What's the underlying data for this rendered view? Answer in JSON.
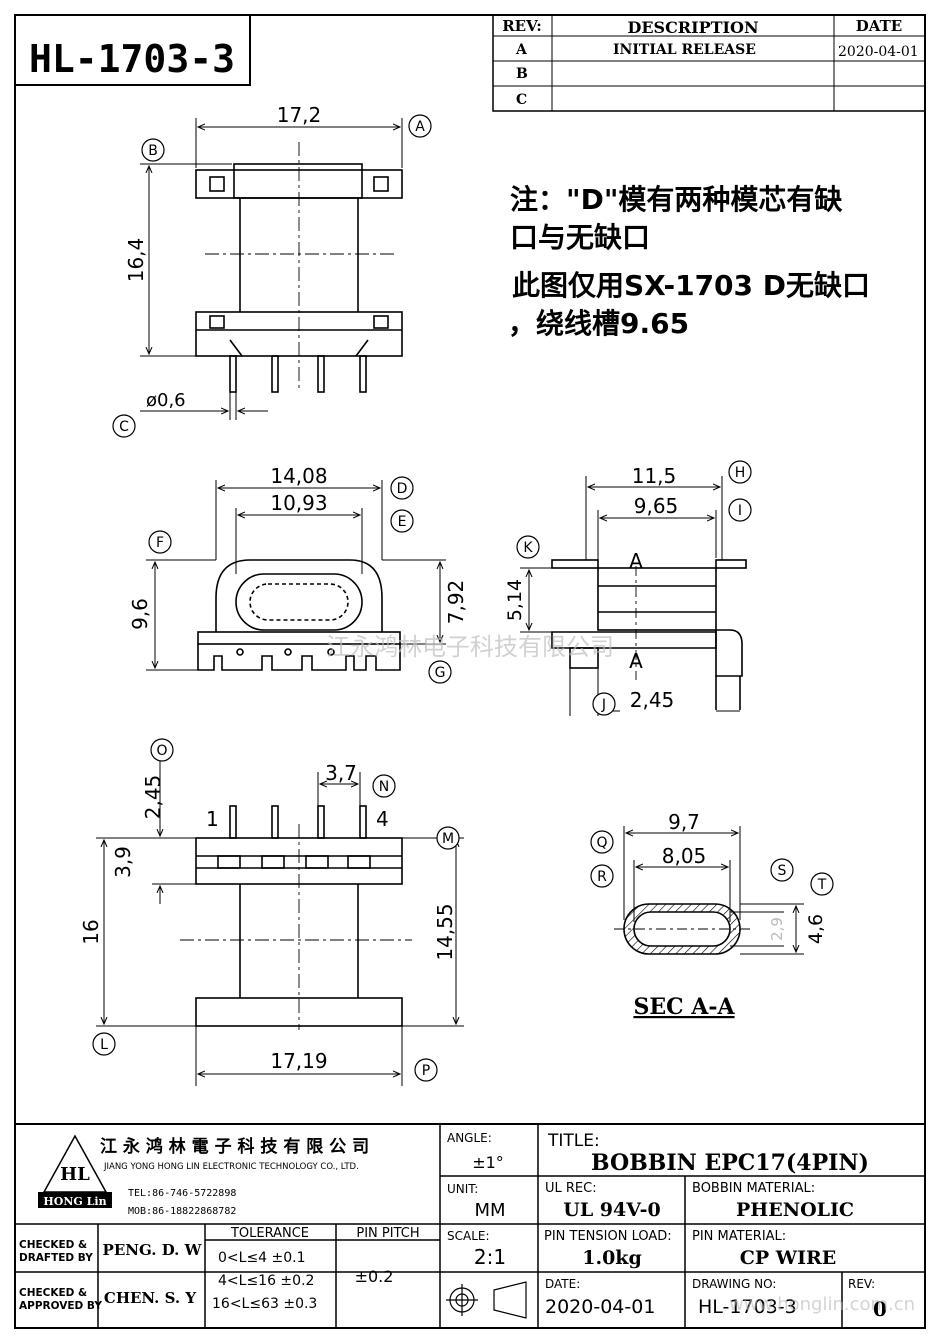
{
  "part_no": "HL-1703-3",
  "revision_table": {
    "headers": {
      "rev": "REV:",
      "description": "DESCRIPTION",
      "date": "DATE"
    },
    "rows": [
      {
        "rev": "A",
        "description": "INITIAL RELEASE",
        "date": "2020-04-01"
      },
      {
        "rev": "B",
        "description": "",
        "date": ""
      },
      {
        "rev": "C",
        "description": "",
        "date": ""
      }
    ]
  },
  "notes": {
    "line1": "注：\"D\"模有两种模芯有缺",
    "line2": "口与无缺口",
    "line3": "此图仅用SX-1703 D无缺口",
    "line4": "，绕线槽9.65"
  },
  "dims": {
    "top_width": "17,2",
    "top_height": "16,4",
    "pin_dia": "ø0,6",
    "side_outer": "14,08",
    "side_inner": "10,93",
    "side_height": "9,6",
    "side_inner_h": "7,92",
    "sec_outer": "11,5",
    "sec_inner": "9,65",
    "sec_flange": "5,14",
    "sec_base": "2,45",
    "bot_245": "2,45",
    "bot_39": "3,9",
    "bot_16": "16",
    "bot_pitch": "3,7",
    "bot_1455": "14,55",
    "bot_width": "17,19",
    "pin1": "1",
    "pin4": "4",
    "aa_outer": "9,7",
    "aa_inner": "8,05",
    "aa_h": "4,6",
    "aa_inner_h": "2,9",
    "sec_a": "A"
  },
  "callouts": [
    "A",
    "B",
    "C",
    "D",
    "E",
    "F",
    "G",
    "H",
    "I",
    "J",
    "K",
    "L",
    "M",
    "N",
    "O",
    "P",
    "Q",
    "R",
    "S",
    "T"
  ],
  "section_label": "SEC A-A",
  "watermark": "江永鸿林电子科技有限公司",
  "title_block": {
    "company_cn": "江 永 鸿 林 電 子 科 技 有 限 公 司",
    "company_en": "JIANG YONG HONG LIN ELECTRONIC TECHNOLOGY CO., LTD.",
    "logo_text": "HL",
    "logo_sub": "HONG Lin",
    "tel": "TEL:86-746-5722898",
    "mob": "MOB:86-18822868782",
    "angle_label": "ANGLE:",
    "angle_value": "±1°",
    "title_label": "TITLE:",
    "title_value": "BOBBIN   EPC17(4PIN)",
    "unit_label": "UNIT:",
    "unit_value": "MM",
    "ul_label": "UL REC:",
    "ul_value": "UL 94V-0",
    "material_label": "BOBBIN MATERIAL:",
    "material_value": "PHENOLIC",
    "checked_drafted_label": "CHECKED &\nDRAFTED BY",
    "checked_drafted_value": "PENG. D. W",
    "tolerance_label": "TOLERANCE",
    "tol1": "0<L≤4  ±0.1",
    "tol2": "4<L≤16 ±0.2",
    "tol3": "16<L≤63 ±0.3",
    "pitch_label": "PIN PITCH",
    "pitch_value": "±0.2",
    "scale_label": "SCALE:",
    "scale_value": "2:1",
    "tension_label": "PIN TENSION LOAD:",
    "tension_value": "1.0kg",
    "pin_mat_label": "PIN MATERIAL:",
    "pin_mat_value": "CP WIRE",
    "checked_approved_label": "CHECKED &\nAPPROVED BY",
    "checked_approved_value": "CHEN. S. Y",
    "date_label": "DATE:",
    "date_value": "2020-04-01",
    "drawing_label": "DRAWING NO:",
    "drawing_value": "HL-1703-3",
    "rev_label": "REV:",
    "rev_value": "0",
    "website": "www.honglin.com.cn"
  }
}
